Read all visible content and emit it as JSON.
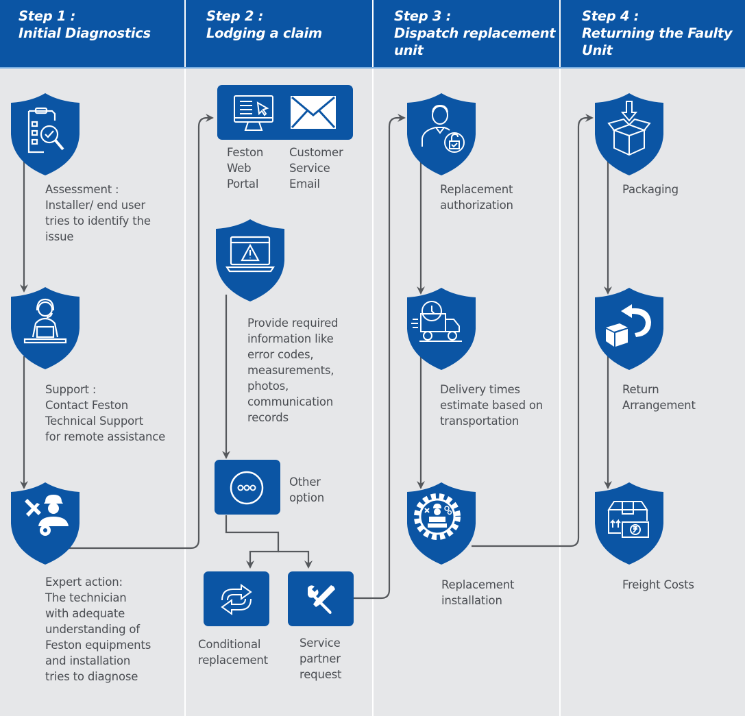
{
  "colors": {
    "header_bg": "#0b55a4",
    "shield_blue": "#0b55a4",
    "background": "#e6e7e9",
    "text": "#4a4d52",
    "connector": "#55585c"
  },
  "steps": [
    {
      "header": "Step 1 :\nInitial Diagnostics",
      "nodes": [
        {
          "icon": "clipboard-check-search-icon",
          "label": "Assessment :\nInstaller/ end user\ntries to identify the\nissue"
        },
        {
          "icon": "support-agent-headset-icon",
          "label": "Support :\nContact Feston\nTechnical Support\nfor remote assistance"
        },
        {
          "icon": "technician-tools-gear-icon",
          "label": "Expert action:\nThe technician\nwith adequate\nunderstanding of\nFeston equipments\nand installation\ntries to diagnose"
        }
      ]
    },
    {
      "header": "Step 2 :\nLodging a claim",
      "nodes": [
        {
          "icon": "web-portal-monitor-icon",
          "label": "Feston\nWeb\nPortal"
        },
        {
          "icon": "email-envelope-icon",
          "label": "Customer\nService\nEmail"
        },
        {
          "icon": "laptop-warning-icon",
          "label": "Provide required\ninformation like\nerror codes,\nmeasurements,\nphotos,\ncommunication\nrecords"
        },
        {
          "icon": "more-options-icon",
          "label": "Other\noption"
        },
        {
          "icon": "exchange-arrows-icon",
          "label": "Conditional\nreplacement"
        },
        {
          "icon": "wrench-screwdriver-icon",
          "label": "Service\npartner\nrequest"
        }
      ]
    },
    {
      "header": "Step 3 :\nDispatch replacement\nunit",
      "nodes": [
        {
          "icon": "person-unlock-icon",
          "label": "Replacement\nauthorization"
        },
        {
          "icon": "delivery-truck-clock-icon",
          "label": "Delivery times\nestimate based on\ntransportation"
        },
        {
          "icon": "worker-gear-installation-icon",
          "label": "Replacement\ninstallation"
        }
      ]
    },
    {
      "header": "Step 4 :\nReturning the Faulty\nUnit",
      "nodes": [
        {
          "icon": "box-packaging-icon",
          "label": "Packaging"
        },
        {
          "icon": "box-return-arrow-icon",
          "label": "Return\nArrangement"
        },
        {
          "icon": "box-currency-freight-icon",
          "label": "Freight Costs"
        }
      ]
    }
  ]
}
